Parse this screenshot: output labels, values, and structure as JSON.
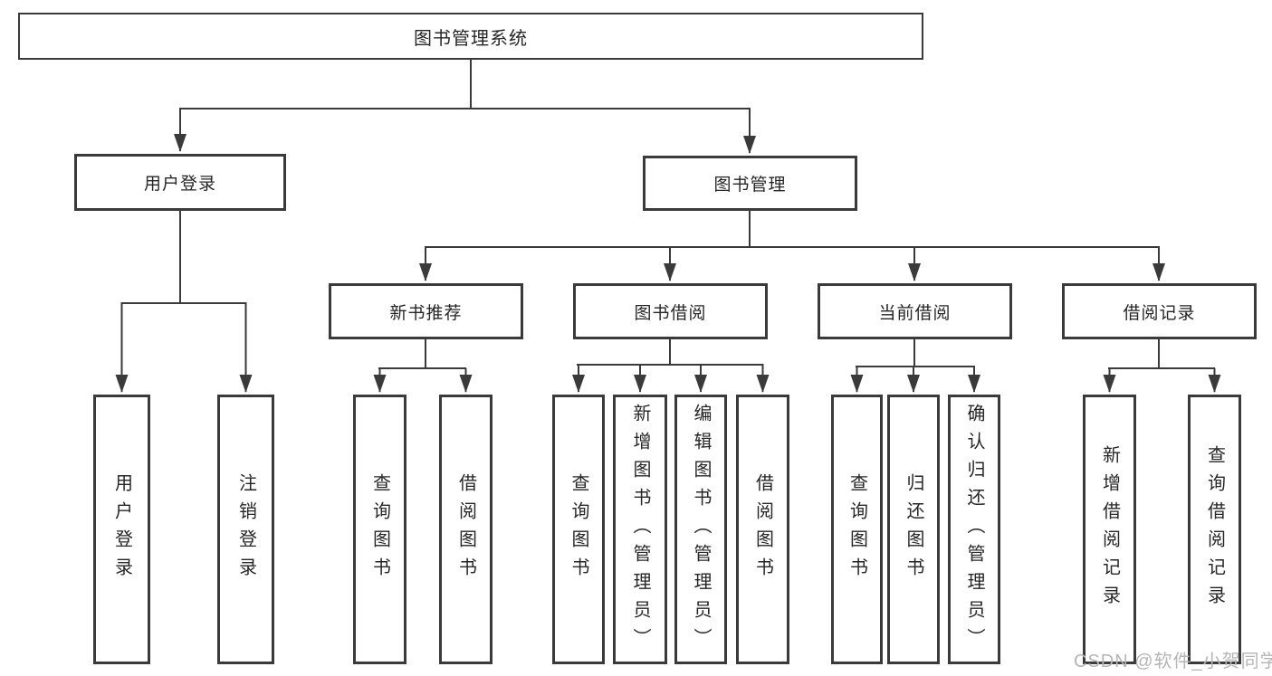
{
  "diagram": {
    "root": "图书管理系统",
    "user_login": {
      "label": "用户登录",
      "children": [
        "用户登录",
        "注销登录"
      ]
    },
    "book_mgmt": {
      "label": "图书管理",
      "sections": [
        {
          "label": "新书推荐",
          "children": [
            "查询图书",
            "借阅图书"
          ]
        },
        {
          "label": "图书借阅",
          "children": [
            "查询图书",
            "新增图书（管理员）",
            "编辑图书（管理员）",
            "借阅图书"
          ]
        },
        {
          "label": "当前借阅",
          "children": [
            "查询图书",
            "归还图书",
            "确认归还（管理员）"
          ]
        },
        {
          "label": "借阅记录",
          "children": [
            "新增借阅记录",
            "查询借阅记录"
          ]
        }
      ]
    }
  },
  "watermark": "CSDN @软件_小贺同学",
  "colors": {
    "line": "#3a3a3a",
    "box_border": "#3a3a3a",
    "text": "#262626",
    "watermark": "#b5b5b5",
    "background": "#ffffff"
  }
}
